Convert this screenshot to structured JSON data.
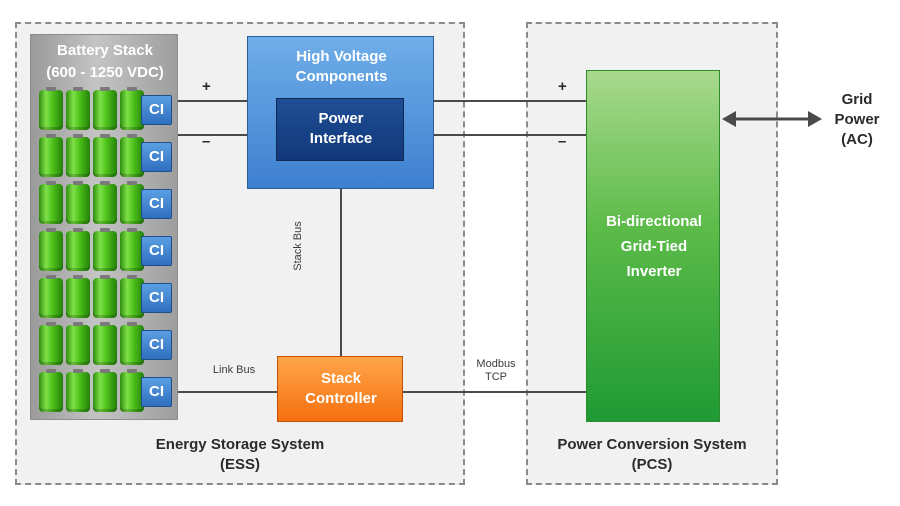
{
  "ess": {
    "name": "Energy Storage System",
    "abbr": "(ESS)"
  },
  "pcs": {
    "name": "Power Conversion System",
    "abbr": "(PCS)"
  },
  "battery_stack": {
    "title": "Battery Stack",
    "subtitle": "(600 - 1250 VDC)",
    "cell_interface_label": "CI",
    "cell_color": "#4fc41b"
  },
  "high_voltage": {
    "line1": "High Voltage",
    "line2": "Components"
  },
  "power_interface": {
    "line1": "Power",
    "line2": "Interface"
  },
  "stack_controller": {
    "line1": "Stack",
    "line2": "Controller"
  },
  "inverter": {
    "line1": "Bi-directional",
    "line2": "Grid-Tied",
    "line3": "Inverter"
  },
  "grid": {
    "line1": "Grid",
    "line2": "Power",
    "line3": "(AC)"
  },
  "connections": {
    "plus": "+",
    "minus": "–",
    "stack_bus": "Stack Bus",
    "link_bus": "Link Bus",
    "modbus_line1": "Modbus",
    "modbus_line2": "TCP"
  },
  "colors": {
    "hv_blue": "#3e7fd0",
    "pi_navy": "#12387a",
    "controller_orange": "#f56f0f",
    "inverter_green": "#1f9a34"
  }
}
